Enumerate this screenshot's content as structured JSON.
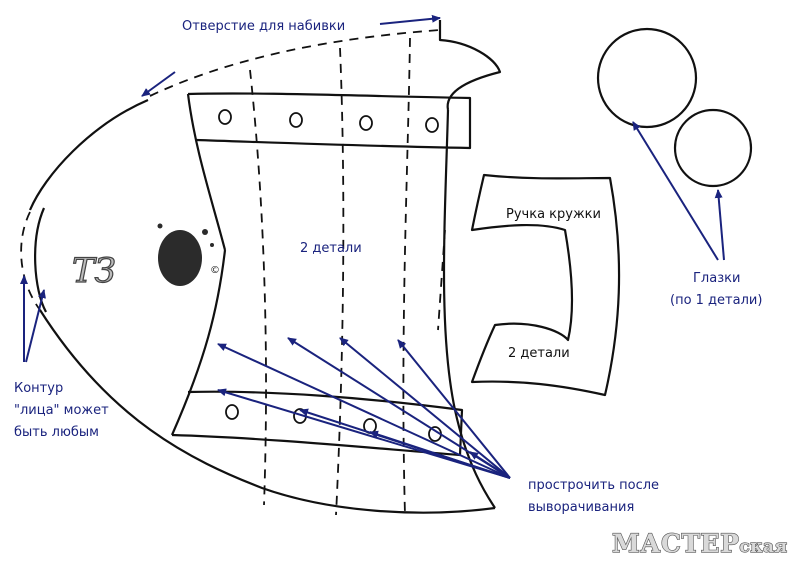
{
  "labels": {
    "stuffing_opening": "Отверстие для набивки",
    "two_pieces_body": "2 детали",
    "mug_handle": "Ручка кружки",
    "two_pieces_handle": "2 детали",
    "eyes": "Глазки",
    "eyes_count": "(по 1 детали)",
    "face_line1": "Контур",
    "face_line2": "\"лица\" может",
    "face_line3": "быть любым",
    "stitch_line1": "прострочить после",
    "stitch_line2": "выворачивания"
  },
  "logo": {
    "text": "ТЗ",
    "copyright": "©"
  },
  "watermark": {
    "main": "МАСТЕР",
    "suffix": "ская"
  },
  "colors": {
    "annotation": "#1a237e",
    "outline": "#111111",
    "background": "#ffffff"
  }
}
